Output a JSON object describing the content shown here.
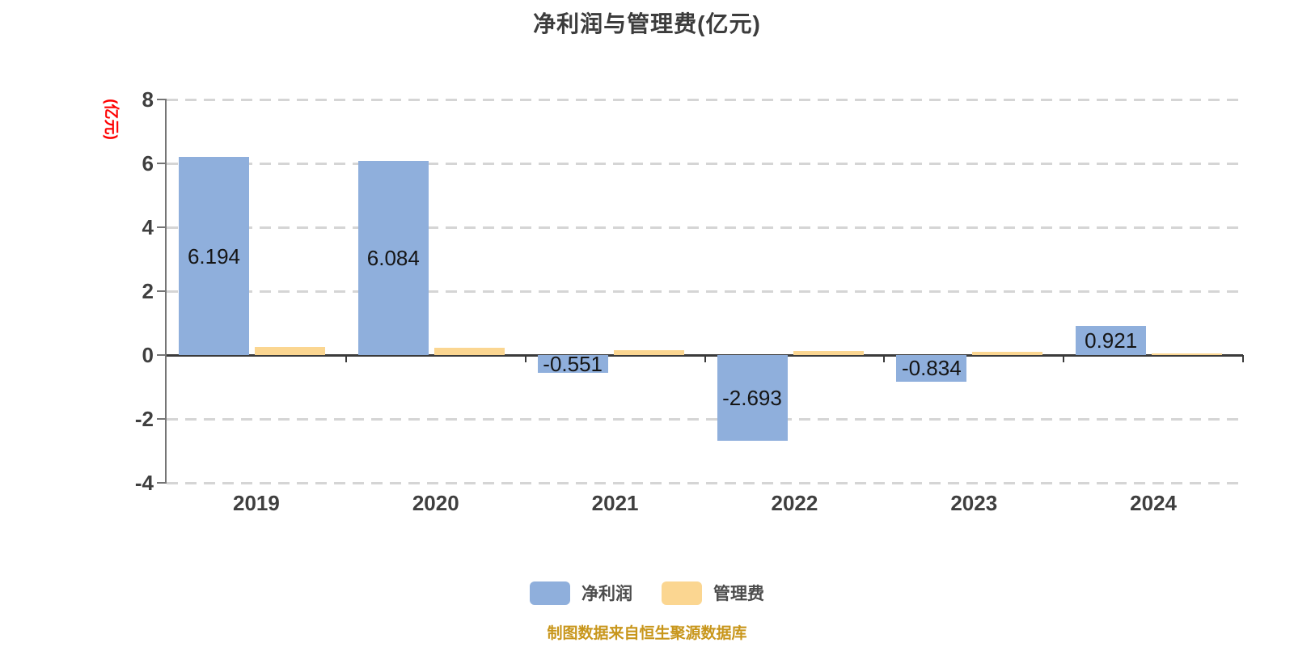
{
  "title": "净利润与管理费(亿元)",
  "y_axis_unit": "(亿元)",
  "source_note": "制图数据来自恒生聚源数据库",
  "legend": [
    {
      "key": "net-profit",
      "label": "净利润",
      "color": "#8FAFDC"
    },
    {
      "key": "management-fee",
      "label": "管理费",
      "color": "#FBD691"
    }
  ],
  "colors": {
    "net_profit_bar": "#8FAFDC",
    "management_fee_bar": "#FBD691",
    "gridline": "#d5d5d5",
    "zero_line": "#3a3a3a",
    "axis_line": "#757575",
    "tick_text": "#3f3f3f",
    "title_text": "#3c3c3c",
    "unit_text": "#fe0000",
    "source_text": "#c8961b",
    "background": "#ffffff"
  },
  "chart_data": {
    "type": "bar",
    "title": "净利润与管理费(亿元)",
    "categories": [
      "2019",
      "2020",
      "2021",
      "2022",
      "2023",
      "2024"
    ],
    "series": [
      {
        "name": "净利润",
        "key": "net-profit",
        "color": "#8FAFDC",
        "values": [
          6.194,
          6.084,
          -0.551,
          -2.693,
          -0.834,
          0.921
        ],
        "labels": [
          "6.194",
          "6.084",
          "-0.551",
          "-2.693",
          "-0.834",
          "0.921"
        ]
      },
      {
        "name": "管理费",
        "key": "management-fee",
        "color": "#FBD691",
        "values": [
          0.25,
          0.24,
          0.16,
          0.13,
          0.11,
          0.06
        ],
        "labels": []
      }
    ],
    "xlabel": "",
    "ylabel": "(亿元)",
    "ylim": [
      -4,
      8
    ],
    "yticks": [
      8,
      6,
      4,
      2,
      0,
      -2,
      -4
    ],
    "grid": "horizontal-dashed",
    "legend_position": "bottom"
  }
}
